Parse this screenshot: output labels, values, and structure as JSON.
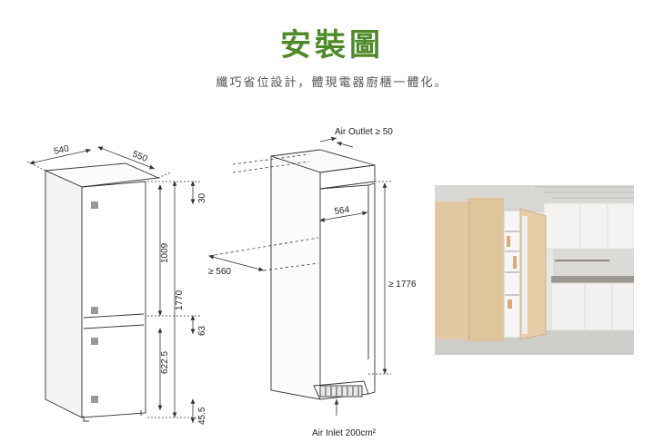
{
  "header": {
    "title": "安裝圖",
    "subtitle": "纖巧省位設計，體現電器廚櫃一體化。"
  },
  "appliance_drawing": {
    "width": "540",
    "depth": "550",
    "top_gap": "30",
    "upper_height": "1009",
    "total_height": "1770",
    "mid_gap": "63",
    "lower_height": "622.5",
    "bottom_gap": "45.5"
  },
  "cabinet_drawing": {
    "air_outlet": "Air Outlet ≥ 50",
    "inner_width": "564",
    "depth_min": "≥ 560",
    "height_min": "≥ 1776",
    "air_inlet": "Air Inlet 200cm²"
  },
  "colors": {
    "title": "#4e8a2a",
    "line": "#333333",
    "wood": "#e2c9a4",
    "cabinet_white": "#f4f3f1"
  }
}
